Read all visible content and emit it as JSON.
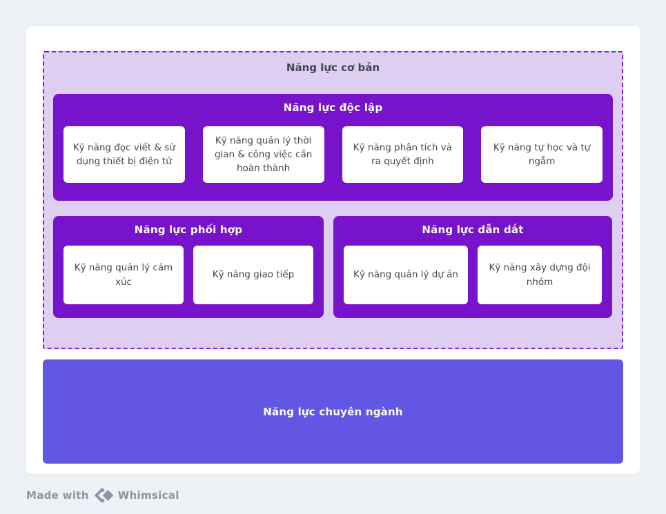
{
  "colors": {
    "page_bg": "#EEF1F5",
    "canvas_bg": "#FFFFFF",
    "group_bg": "#DECFF2",
    "group_border": "#7D17D4",
    "category_bg": "#7713CB",
    "specialized_bg": "#6256E5",
    "card_bg": "#FFFFFF",
    "card_text": "#3E4A55",
    "footer_text": "#8A96A3"
  },
  "diagram": {
    "core_group": {
      "title": "Năng lực cơ bản",
      "independent": {
        "title": "Năng lực độc lập",
        "skills": [
          "Kỹ năng đọc viết & sử dụng thiết bị điện tử",
          "Kỹ năng quản lý thời gian & công việc cần hoàn thành",
          "Kỹ năng phân tích và ra quyết định",
          "Kỹ năng tự học và tự ngẫm"
        ]
      },
      "coordination": {
        "title": "Năng lực phối hợp",
        "skills": [
          "Kỹ năng quản lý cảm xúc",
          "Kỹ năng giao tiếp"
        ]
      },
      "leadership": {
        "title": "Năng lực dẫn dắt",
        "skills": [
          "Kỹ năng quản lý dự án",
          "Kỹ năng xây dựng đội nhóm"
        ]
      }
    },
    "specialized": {
      "title": "Năng lực chuyên ngành"
    }
  },
  "footer": {
    "made_with": "Made with",
    "brand": "Whimsical",
    "logo_icon": "whimsical-diamond-logo"
  }
}
